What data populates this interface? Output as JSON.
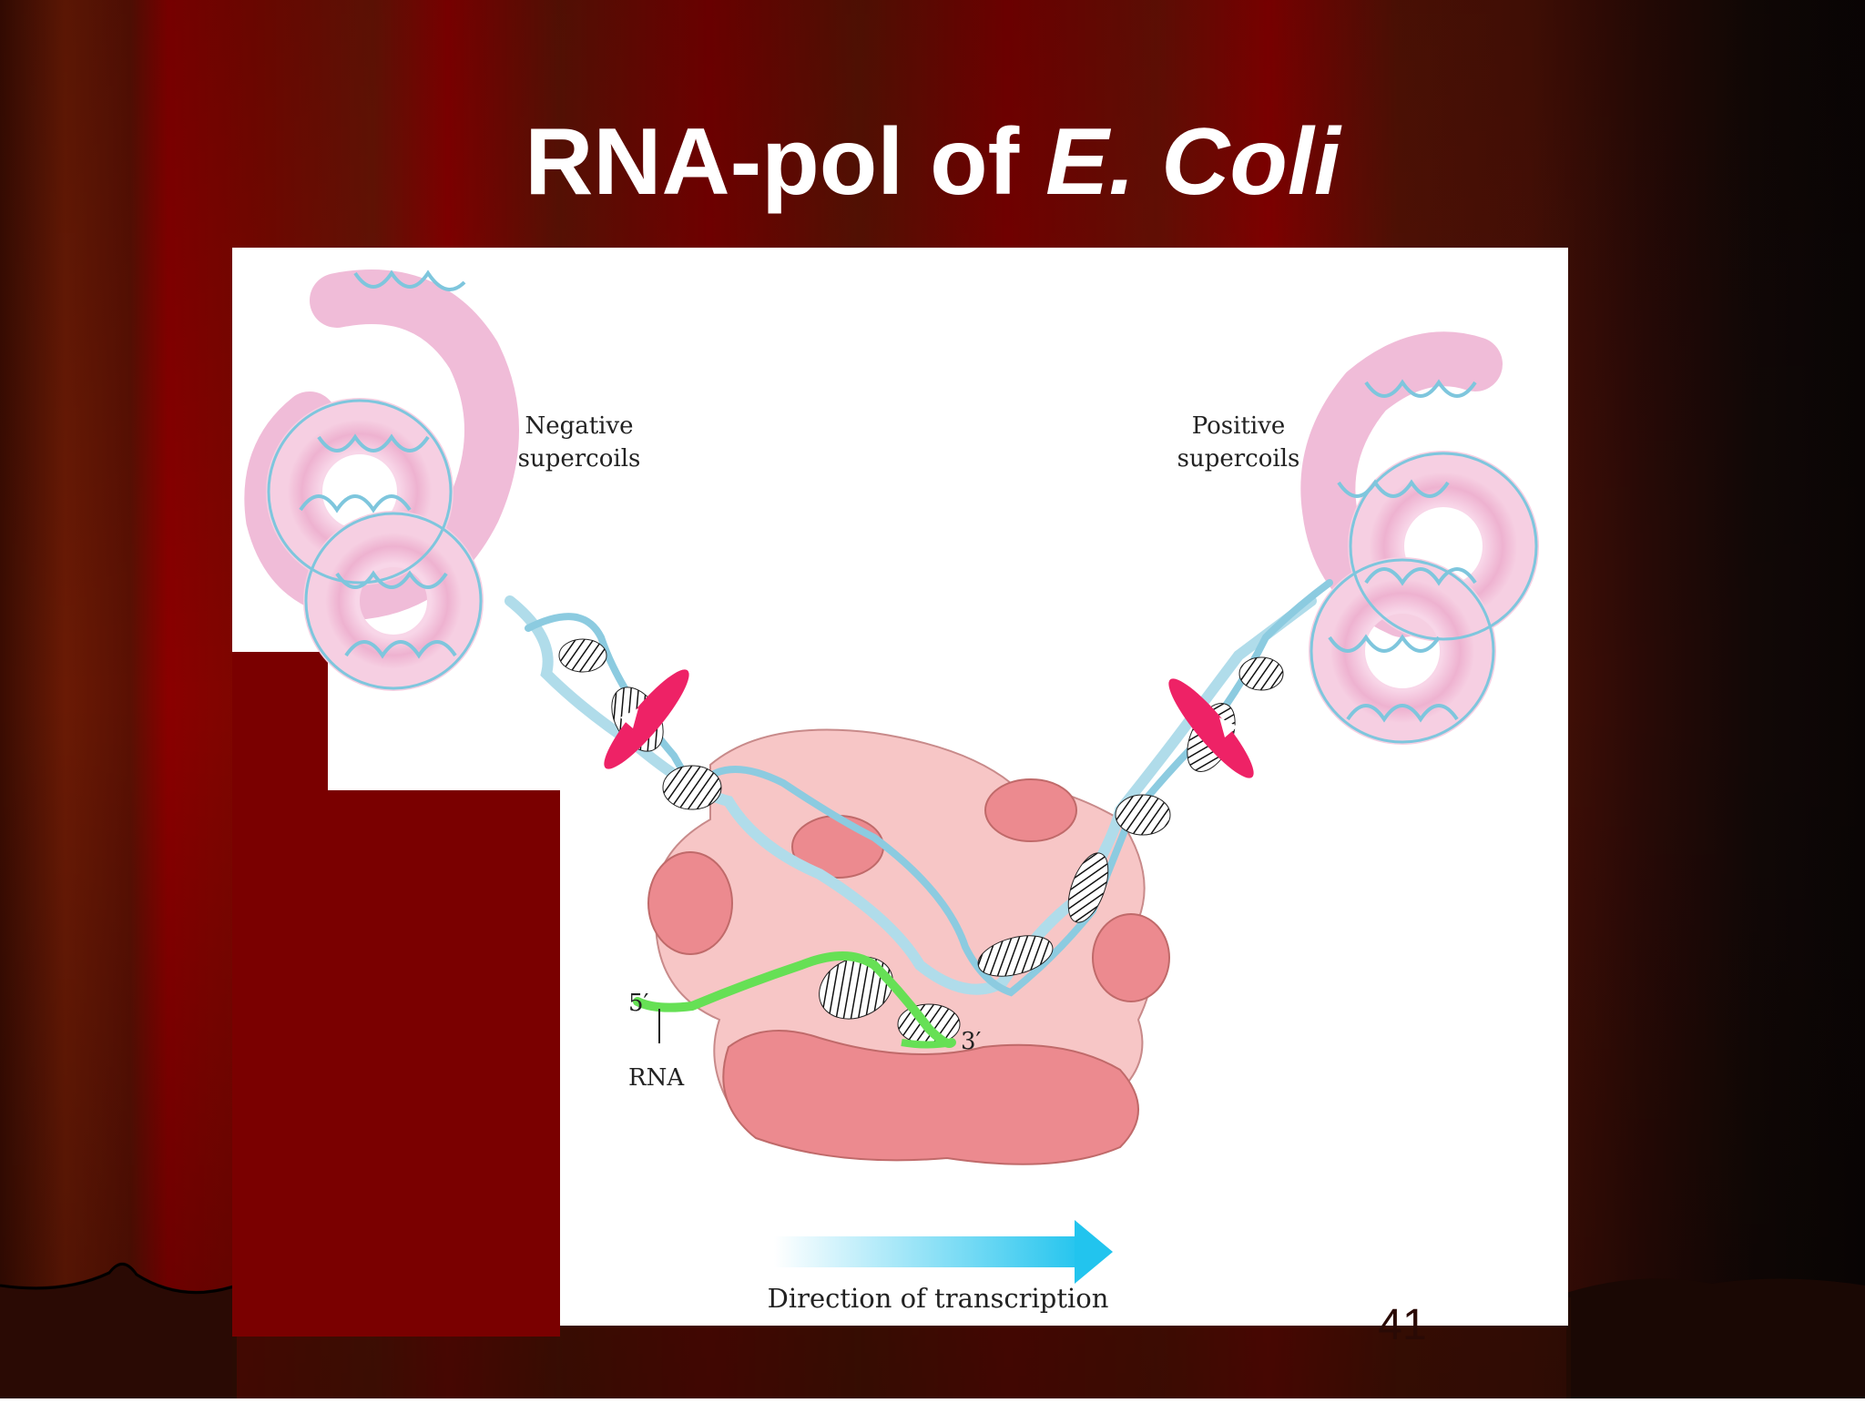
{
  "slide": {
    "title_main": "RNA-pol of ",
    "title_italic": "E. Coli",
    "page_number": "41"
  },
  "figure": {
    "label_negative_line1": "Negative",
    "label_negative_line2": "supercoils",
    "label_positive_line1": "Positive",
    "label_positive_line2": "supercoils",
    "label_5prime": "5′",
    "label_3prime": "3′",
    "label_rna": "RNA",
    "label_direction": "Direction of transcription"
  },
  "colors": {
    "curtain_dark": "#5a0e00",
    "curtain_red": "#7a0000",
    "panel_white": "#ffffff",
    "supercoil_pink": "#f0bcd8",
    "dna_blue": "#b0dcea",
    "polymerase_pink": "#f7c6c6",
    "polymerase_lobe": "#ec8a8f",
    "topo_magenta": "#ee2266",
    "rna_green": "#66e055",
    "arrow_cyan": "#22c4ee"
  },
  "icons": [
    "curtain-background",
    "supercoil-icon",
    "dna-helix-icon",
    "topoisomerase-icon",
    "rna-polymerase-icon",
    "direction-arrow-icon"
  ]
}
